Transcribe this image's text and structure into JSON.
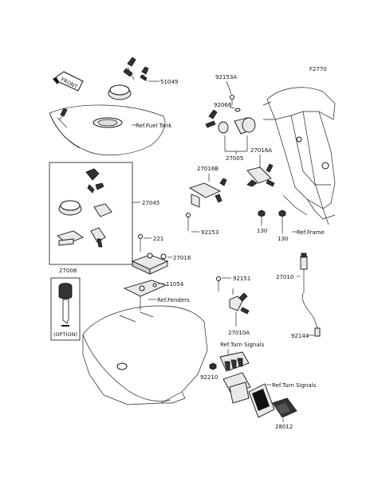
{
  "diagram_code": "F2770",
  "front_label": "FRONT",
  "refs": {
    "fuel_tank": "Ref.Fuel Tank",
    "fenders": "Ref.Fenders",
    "frame": "Ref.Frame",
    "turn_signals_1": "Ref.Turn Signals",
    "turn_signals_2": "Ref.Turn Signals"
  },
  "parts": {
    "p51049": "51049",
    "p92153A": "92153A",
    "p92066": "92066",
    "p27005": "27005",
    "p27016A": "27016A",
    "p27016B": "27016B",
    "p27045": "27045",
    "p92153": "92153",
    "p130a": "130",
    "p130b": "130",
    "p221": "221",
    "p27016": "27016",
    "p11054": "11054",
    "p27008": "27008",
    "option": "(OPTION)",
    "p92151": "92151",
    "p27010": "27010",
    "p27010A": "27010A",
    "p92144": "92144",
    "p92210": "92210",
    "p28012": "28012"
  }
}
